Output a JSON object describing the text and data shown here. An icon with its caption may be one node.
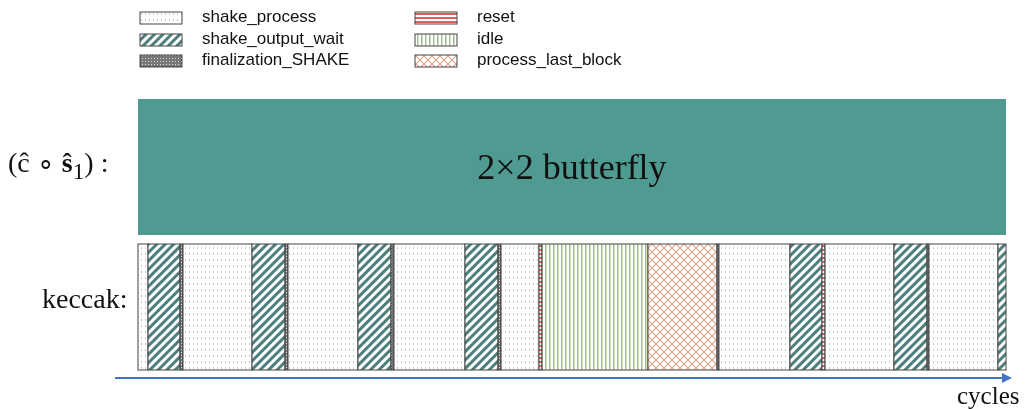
{
  "diagram": {
    "nodes": [
      {
        "text": [
          "2×2 butterfly"
        ]
      }
    ],
    "labels": [
      "(ĉ ∘ **ŝ**$_{1}$) :",
      "keccak:",
      "cycles"
    ],
    "legend": [
      {
        "text": "shake_process"
      },
      {
        "text": "shake_output_wait"
      },
      {
        "text": "finalization_SHAKE"
      },
      {
        "text": "reset"
      },
      {
        "text": "idle"
      },
      {
        "text": "process_last_block"
      }
    ]
  }
}
